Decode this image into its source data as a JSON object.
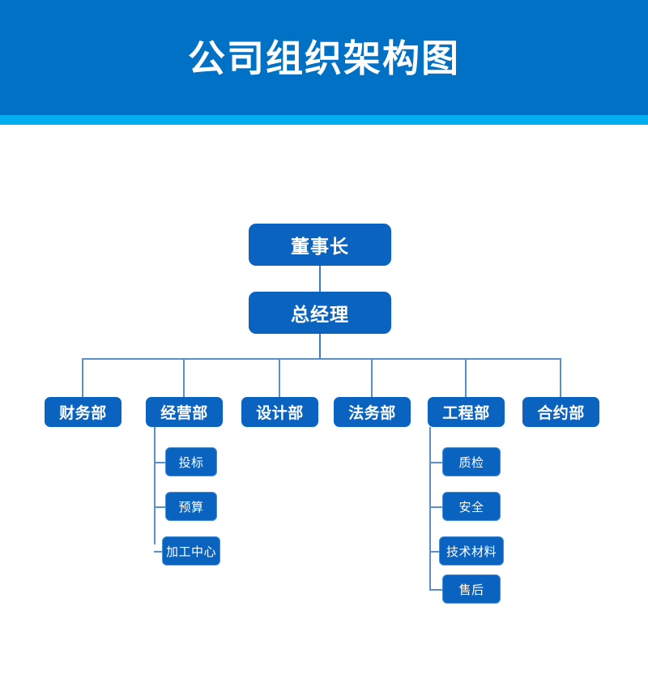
{
  "header": {
    "title": "公司组织架构图",
    "bg_color": "#0071C5",
    "accent_color": "#00AEEF",
    "title_color": "#FFFFFF"
  },
  "theme": {
    "node_fill": "#0B63C0",
    "node_text": "#FFFFFF",
    "connector_color": "#5B8FC9",
    "sub_border": "#4A90D9",
    "page_bg": "#FFFFFF"
  },
  "chart_data": {
    "type": "diagram",
    "subtype": "org-chart",
    "title": "公司组织架构图",
    "orientation": "top-down",
    "levels": 3,
    "executives": [
      {
        "id": "chairman",
        "label": "董事长"
      },
      {
        "id": "general-manager",
        "label": "总经理"
      }
    ],
    "departments": [
      {
        "id": "finance",
        "label": "财务部",
        "children": []
      },
      {
        "id": "operations",
        "label": "经营部",
        "children": [
          "投标",
          "预算",
          "加工中心"
        ]
      },
      {
        "id": "design",
        "label": "设计部",
        "children": []
      },
      {
        "id": "legal",
        "label": "法务部",
        "children": []
      },
      {
        "id": "engineering",
        "label": "工程部",
        "children": [
          "质检",
          "安全",
          "技术材料",
          "售后"
        ]
      },
      {
        "id": "contract",
        "label": "合约部",
        "children": []
      }
    ],
    "sub_units": {
      "operations": [
        {
          "id": "bidding",
          "label": "投标"
        },
        {
          "id": "budget",
          "label": "预算"
        },
        {
          "id": "processing",
          "label": "加工中心"
        }
      ],
      "engineering": [
        {
          "id": "quality",
          "label": "质检"
        },
        {
          "id": "safety",
          "label": "安全"
        },
        {
          "id": "tech-material",
          "label": "技术材料"
        },
        {
          "id": "after-sales",
          "label": "售后"
        }
      ]
    },
    "node_counts": {
      "executive": 2,
      "department": 6,
      "sub_unit": 7,
      "total": 15
    }
  }
}
